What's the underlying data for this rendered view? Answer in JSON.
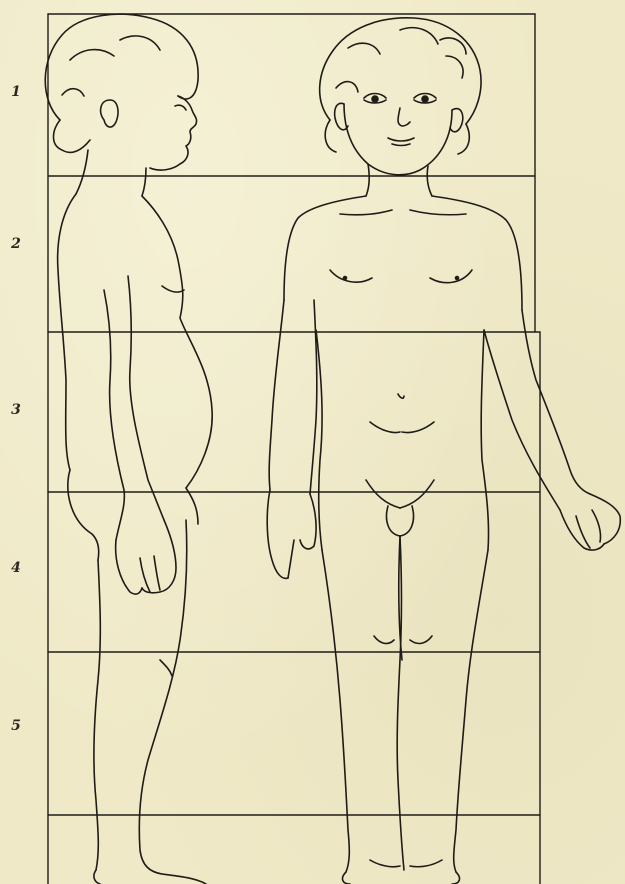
{
  "illustration": {
    "description_free": true,
    "row_numbers": [
      "1",
      "2",
      "3",
      "4",
      "5"
    ],
    "line_color": "#1f1c18",
    "paper_color": "#efe9c7"
  }
}
